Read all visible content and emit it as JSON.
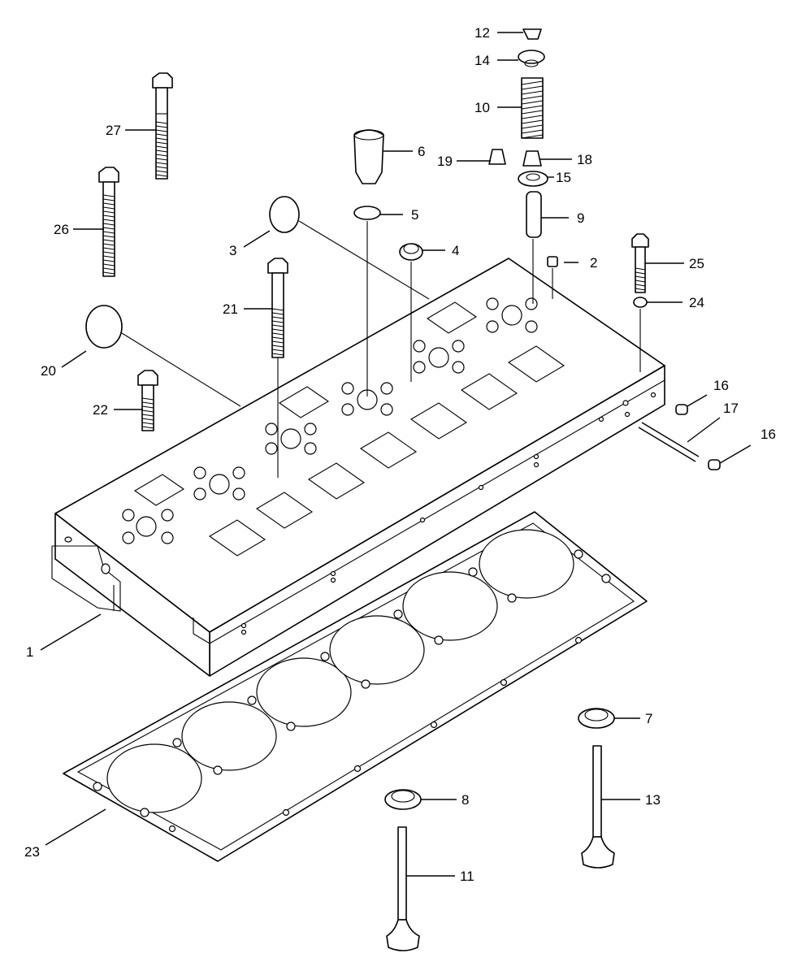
{
  "callouts": [
    {
      "n": "1"
    },
    {
      "n": "2"
    },
    {
      "n": "3"
    },
    {
      "n": "4"
    },
    {
      "n": "5"
    },
    {
      "n": "6"
    },
    {
      "n": "7"
    },
    {
      "n": "8"
    },
    {
      "n": "9"
    },
    {
      "n": "10"
    },
    {
      "n": "11"
    },
    {
      "n": "12"
    },
    {
      "n": "13"
    },
    {
      "n": "14"
    },
    {
      "n": "15"
    },
    {
      "n": "16"
    },
    {
      "n": "16"
    },
    {
      "n": "17"
    },
    {
      "n": "18"
    },
    {
      "n": "19"
    },
    {
      "n": "20"
    },
    {
      "n": "21"
    },
    {
      "n": "22"
    },
    {
      "n": "23"
    },
    {
      "n": "24"
    },
    {
      "n": "25"
    },
    {
      "n": "26"
    },
    {
      "n": "27"
    }
  ]
}
